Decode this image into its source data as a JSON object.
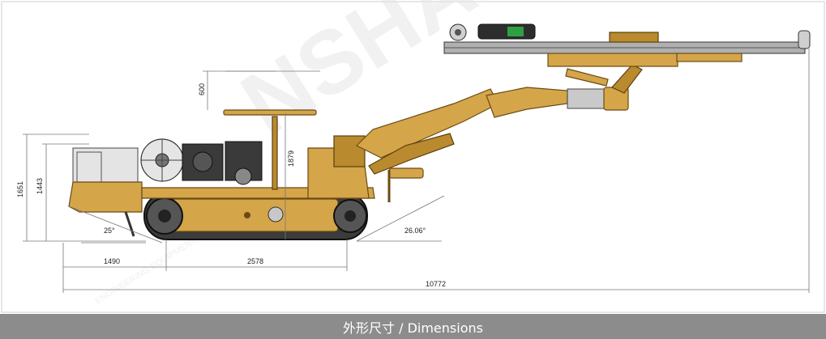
{
  "caption": "外形尺寸 / Dimensions",
  "watermark": {
    "text": "NSHAN",
    "subtext": "ENGINEERING EQUIPMENT",
    "color": "#e6e6e6"
  },
  "dimensions": {
    "overall_height": "1651",
    "body_height": "1443",
    "canopy_height": "1879",
    "canopy_raise": "600",
    "front_angle": "25°",
    "rear_angle": "26.06°",
    "front_overhang": "1490",
    "track_length": "2578",
    "overall_length": "10772"
  },
  "colors": {
    "machine_body": "#d5a54a",
    "frame_dark": "#b98a2e",
    "caption_bar": "#8c8c8c"
  }
}
